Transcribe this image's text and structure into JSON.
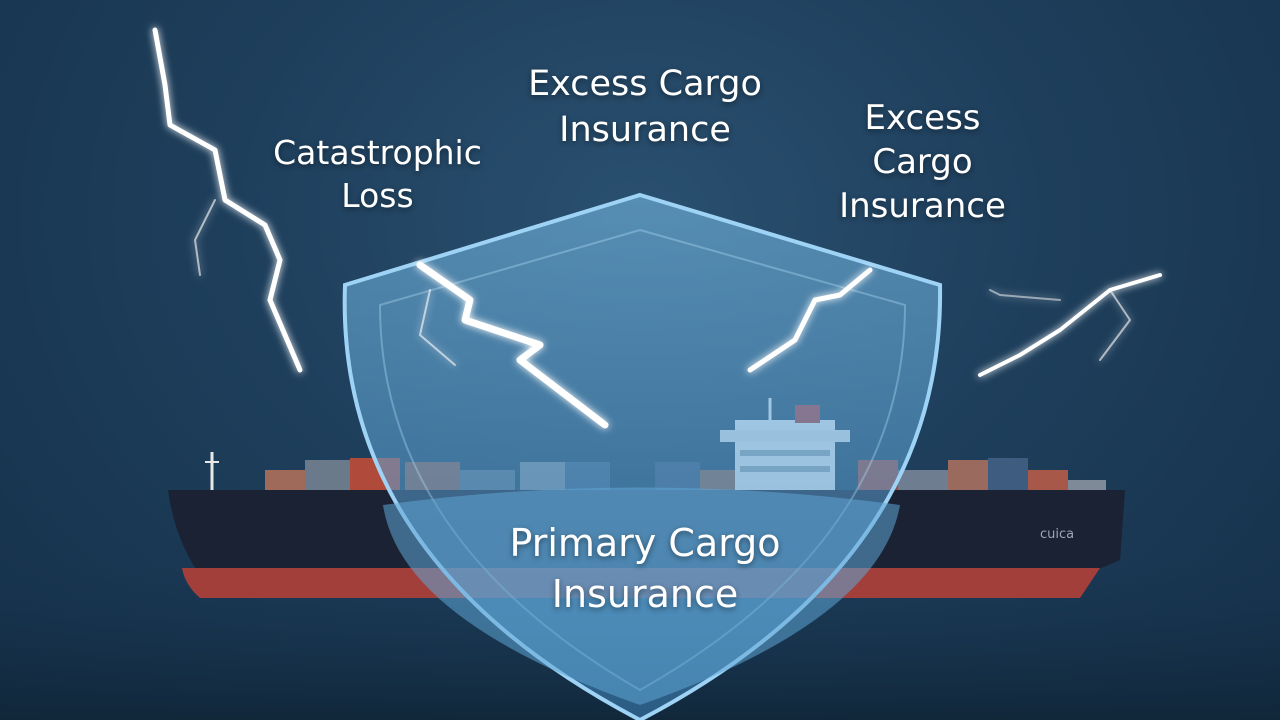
{
  "labels": {
    "catastrophic_loss": {
      "line1": "Catastrophic",
      "line2": "Loss"
    },
    "excess_top": {
      "line1": "Excess Cargo",
      "line2": "Insurance"
    },
    "excess_right": {
      "line1": "Excess",
      "line2": "Cargo",
      "line3": "Insurance"
    },
    "primary": {
      "line1": "Primary Cargo",
      "line2": "Insurance"
    }
  },
  "ship": {
    "hull_marking": "cuica"
  },
  "colors": {
    "background": "#1e3f5c",
    "shield": "#6fb2e0",
    "hull": "#1a2233",
    "hull_bottom": "#a33f3a",
    "lightning": "#ffffff"
  }
}
